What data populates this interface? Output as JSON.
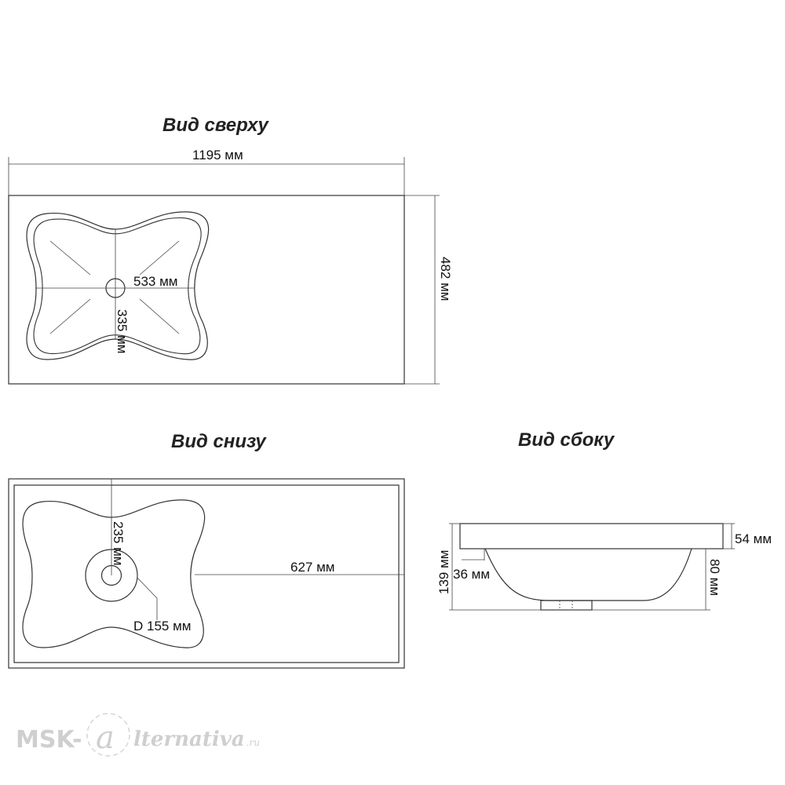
{
  "views": {
    "top": {
      "title": "Вид сверху",
      "width_label": "1195 мм",
      "depth_label": "482 мм",
      "basin_width_label": "533 мм",
      "basin_depth_label": "335 мм"
    },
    "bottom": {
      "title": "Вид снизу",
      "drain_offset_label": "235 мм",
      "right_offset_label": "627 мм",
      "drain_diameter_label": "D 155 мм"
    },
    "side": {
      "title": "Вид сбоку",
      "total_height_label": "139 мм",
      "slab_thickness_label": "54 мм",
      "bowl_depth_label": "80 мм",
      "edge_offset_label": "36 мм"
    }
  },
  "watermark": {
    "text": "MSK-@lternativa.ru",
    "prefix": "MSK-",
    "suffix": "lternativa",
    "tld": ".ru"
  }
}
